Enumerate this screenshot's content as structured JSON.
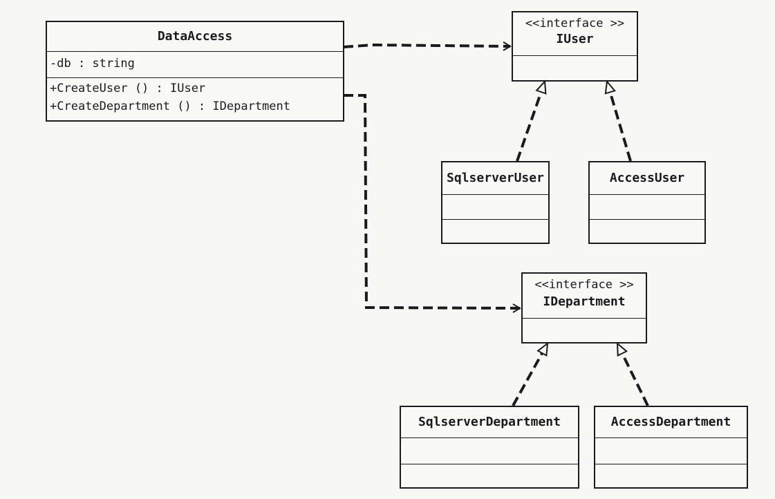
{
  "classes": {
    "data_access": {
      "name": "DataAccess",
      "attributes": [
        "-db : string"
      ],
      "operations": [
        "+CreateUser () : IUser",
        "+CreateDepartment () : IDepartment"
      ]
    },
    "iuser": {
      "stereotype": "<<interface >>",
      "name": "IUser"
    },
    "sqlserver_user": {
      "name": "SqlserverUser"
    },
    "access_user": {
      "name": "AccessUser"
    },
    "idepartment": {
      "stereotype": "<<interface >>",
      "name": "IDepartment"
    },
    "sqlserver_department": {
      "name": "SqlserverDepartment"
    },
    "access_department": {
      "name": "AccessDepartment"
    }
  },
  "relationships": [
    {
      "type": "dependency",
      "from": "DataAccess",
      "to": "IUser"
    },
    {
      "type": "dependency",
      "from": "DataAccess",
      "to": "IDepartment"
    },
    {
      "type": "realization",
      "from": "SqlserverUser",
      "to": "IUser"
    },
    {
      "type": "realization",
      "from": "AccessUser",
      "to": "IUser"
    },
    {
      "type": "realization",
      "from": "SqlserverDepartment",
      "to": "IDepartment"
    },
    {
      "type": "realization",
      "from": "AccessDepartment",
      "to": "IDepartment"
    }
  ]
}
